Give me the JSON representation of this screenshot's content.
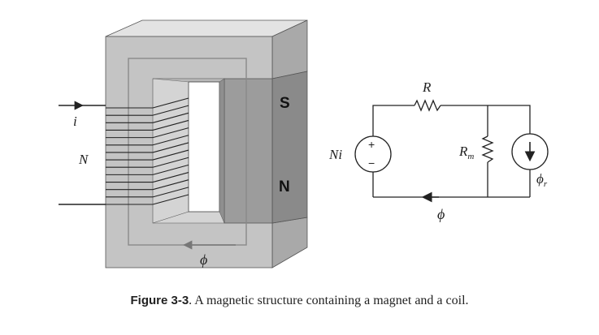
{
  "magnet": {
    "pole_top": "S",
    "pole_bottom": "N",
    "current_label": "i",
    "turns_label": "N",
    "flux_label": "ϕ"
  },
  "circuit": {
    "resistor_label": "R",
    "source_label": "Ni",
    "source_plus": "+",
    "source_minus": "−",
    "rm_main": "R",
    "rm_sub": "m",
    "flux_loop_label": "ϕ",
    "flux_r_main": "ϕ",
    "flux_r_sub": "r"
  },
  "caption": {
    "figure_number": "Figure 3-3",
    "text": ". A magnetic structure containing a magnet and a coil."
  },
  "colors": {
    "core_front": "#c4c4c4",
    "core_top": "#e3e3e3",
    "core_side": "#a9a9a9",
    "magnet": "#9c9c9c",
    "magnet_side": "#8a8a8a",
    "window_inner": "#d4d4d4",
    "line": "#222222"
  }
}
